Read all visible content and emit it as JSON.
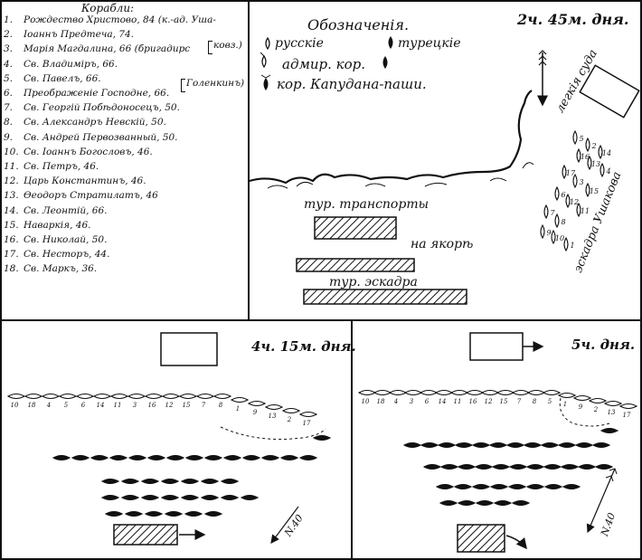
{
  "ship_list": {
    "title": "Корабли:",
    "items": [
      {
        "num": "1.",
        "name": "Рождество Христово, 84 (к.-ад. Ушa-"
      },
      {
        "num": "2.",
        "name": "Іоаннъ Предтеча, 74."
      },
      {
        "num": "3.",
        "name": "Марія Магдалина, 66 (бригадирс"
      },
      {
        "num": "4.",
        "name": "Св. Владиміръ, 66."
      },
      {
        "num": "5.",
        "name": "Св. Павелъ, 66."
      },
      {
        "num": "6.",
        "name": "Преображеніе Господне, 66."
      },
      {
        "num": "7.",
        "name": "Св. Георгій Побѣдоносецъ, 50."
      },
      {
        "num": "8.",
        "name": "Св. Александръ Невскій, 50."
      },
      {
        "num": "9.",
        "name": "Св. Андрей Первозванный, 50."
      },
      {
        "num": "10.",
        "name": "Св. Іоаннъ Богословъ, 46."
      },
      {
        "num": "11.",
        "name": "Св. Петръ, 46."
      },
      {
        "num": "12.",
        "name": "Царь Константинъ, 46."
      },
      {
        "num": "13.",
        "name": "Ѳеодоръ Стратилатъ, 46"
      },
      {
        "num": "14.",
        "name": "Св. Леонтій, 66."
      },
      {
        "num": "15.",
        "name": "Наваркія, 46."
      },
      {
        "num": "16.",
        "name": "Св. Николай, 50."
      },
      {
        "num": "17.",
        "name": "Св. Несторъ, 44."
      },
      {
        "num": "18.",
        "name": "Св. Маркъ, 36."
      }
    ],
    "bracket_notes": [
      "ковз.)",
      "Голенкинъ)"
    ]
  },
  "panel1": {
    "time": "2ч. 45м. дня.",
    "legend_title": "Обозначенія.",
    "legend_russian": "русскіе",
    "legend_turkish": "турецкіе",
    "legend_admiral": "адмир. кор.",
    "legend_kapudan": "кор. Капудана-паши.",
    "label_transports": "тур. транспорты",
    "label_anchor": "на якорѣ",
    "label_turk_squadron": "тур. эскадра",
    "label_light_ships": "легкія суда",
    "label_ushakov": "эскадра Ушакова",
    "ship_numbers": [
      "5",
      "2",
      "14",
      "16",
      "13",
      "4",
      "17",
      "3",
      "15",
      "6",
      "12",
      "11",
      "7",
      "8",
      "9",
      "10",
      "1"
    ]
  },
  "panel2": {
    "time": "4ч. 15м. дня.",
    "compass": "N.40",
    "line_numbers": [
      "10",
      "18",
      "4",
      "5",
      "6",
      "14",
      "11",
      "3",
      "16",
      "12",
      "15",
      "7",
      "8",
      "1",
      "9",
      "13",
      "2",
      "17"
    ]
  },
  "panel3": {
    "time": "5ч. дня.",
    "compass": "N.40",
    "line_numbers": [
      "10",
      "18",
      "4",
      "3",
      "6",
      "14",
      "11",
      "16",
      "12",
      "15",
      "7",
      "8",
      "5",
      "1",
      "9",
      "2",
      "13",
      "17"
    ]
  }
}
